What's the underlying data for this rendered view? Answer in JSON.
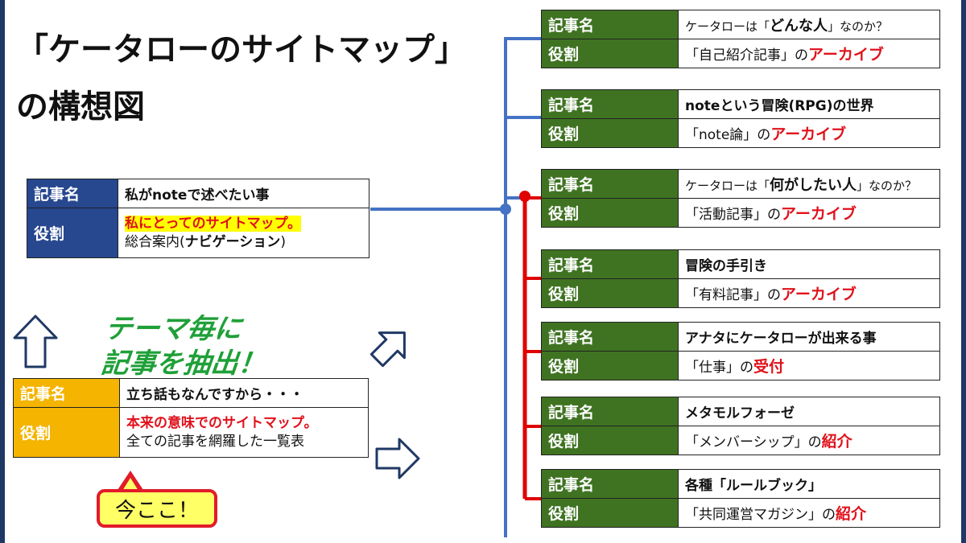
{
  "title": {
    "line1": "「ケータローのサイトマップ」",
    "line2": "の構想図"
  },
  "theme_caption": {
    "line1": "テーマ毎に",
    "line2": "記事を抽出！"
  },
  "callout": "今ここ！",
  "labels": {
    "name": "記事名",
    "role": "役割"
  },
  "colors": {
    "green_label": "#3f7322",
    "navy_label": "#27478f",
    "gold_label": "#f4b400",
    "connector_blue": "#4472c4",
    "connector_red": "#e00000",
    "accent_red": "#e0111b"
  },
  "cards": {
    "nav": {
      "name": "私がnoteで述べたい事",
      "role_red": "私にとってのサイトマップ。",
      "role_pre": "総合案内(",
      "role_bold": "ナビゲーション",
      "role_post": ")"
    },
    "index": {
      "name": "立ち話もなんですから・・・",
      "role_red": "本来の意味でのサイトマップ。",
      "role_plain": "全ての記事を網羅した一覧表"
    },
    "right": [
      {
        "name_parts": [
          "ケータローは「",
          "どんな人",
          "」なのか？"
        ],
        "role_parts": [
          "「自己紹介記事」の",
          "アーカイブ"
        ]
      },
      {
        "name_parts": [
          "noteという冒険(RPG)の世界"
        ],
        "role_parts": [
          "「note論」の",
          "アーカイブ"
        ]
      },
      {
        "name_parts": [
          "ケータローは「",
          "何がしたい人",
          "」なのか？"
        ],
        "role_parts": [
          "「活動記事」の",
          "アーカイブ"
        ]
      },
      {
        "name_parts": [
          "冒険の手引き"
        ],
        "role_parts": [
          "「有料記事」の",
          "アーカイブ"
        ]
      },
      {
        "name_parts": [
          "アナタにケータローが出来る事"
        ],
        "role_parts": [
          "「仕事」の",
          "受付"
        ]
      },
      {
        "name_parts": [
          "メタモルフォーゼ"
        ],
        "role_parts": [
          "「メンバーシップ」の",
          "紹介"
        ]
      },
      {
        "name_parts": [
          "各種「ルールブック」"
        ],
        "role_parts": [
          "「共同運営マガジン」の",
          "紹介"
        ]
      }
    ]
  }
}
